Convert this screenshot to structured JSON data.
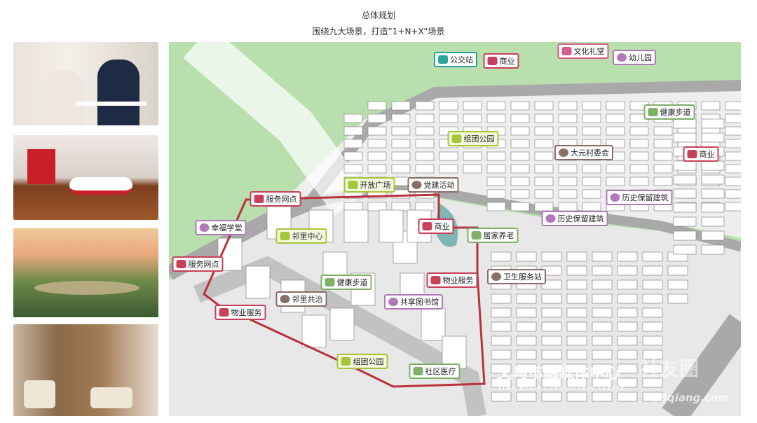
{
  "header": {
    "title": "总体规划",
    "subtitle": "围绕九大场景，打造“1+N+X”场景"
  },
  "photos": [
    {
      "icon": "consultation-photo"
    },
    {
      "icon": "party-hall-photo"
    },
    {
      "icon": "park-photo"
    },
    {
      "icon": "library-photo"
    }
  ],
  "markers": [
    {
      "label": "公交站",
      "type": "teal"
    },
    {
      "label": "商业",
      "type": "red"
    },
    {
      "label": "文化礼堂",
      "type": "pink"
    },
    {
      "label": "幼儿园",
      "type": "purple"
    },
    {
      "label": "健康步道",
      "type": "green"
    },
    {
      "label": "组团公园",
      "type": "lime"
    },
    {
      "label": "大元村委会",
      "type": "brown"
    },
    {
      "label": "商业",
      "type": "red"
    },
    {
      "label": "开放广场",
      "type": "lime"
    },
    {
      "label": "党建活动",
      "type": "brown"
    },
    {
      "label": "历史保留建筑",
      "type": "purple"
    },
    {
      "label": "服务网点",
      "type": "red"
    },
    {
      "label": "幸福学堂",
      "type": "purple"
    },
    {
      "label": "邻里中心",
      "type": "lime"
    },
    {
      "label": "商业",
      "type": "red"
    },
    {
      "label": "居家养老",
      "type": "green"
    },
    {
      "label": "历史保留建筑",
      "type": "purple"
    },
    {
      "label": "服务网点",
      "type": "red"
    },
    {
      "label": "物业服务",
      "type": "red"
    },
    {
      "label": "卫生服务站",
      "type": "brown"
    },
    {
      "label": "健康步道",
      "type": "green"
    },
    {
      "label": "邻里共治",
      "type": "brown"
    },
    {
      "label": "共享图书馆",
      "type": "purple"
    },
    {
      "label": "物业服务",
      "type": "red"
    },
    {
      "label": "组团公园",
      "type": "lime"
    },
    {
      "label": "社区医疗",
      "type": "green"
    }
  ],
  "watermark": {
    "brand": "义乌市融媒体中心",
    "brand_en": "YIWU MEDIA CONVERGENCE CENTER",
    "site": "社友圈",
    "site_url": "18qiang.com"
  },
  "colors": {
    "grass": "#b9dfae",
    "road": "#a9a9a9",
    "boundary": "#b8323f",
    "water": "#7fb5b5"
  }
}
